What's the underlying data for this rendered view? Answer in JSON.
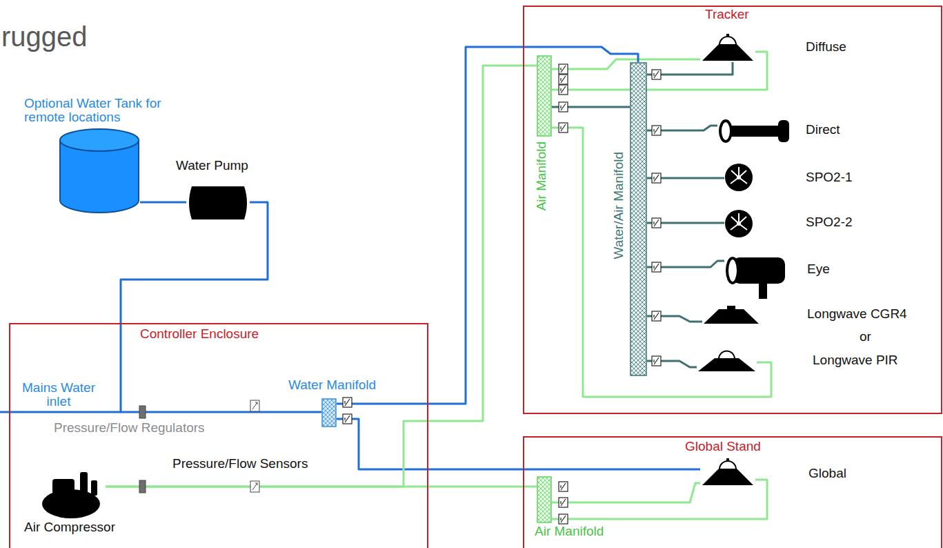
{
  "diagram": {
    "nodes": [
      {
        "text": [
          "Controller Enclosure"
        ]
      },
      {
        "text": [
          "Water Manifold"
        ],
        "in": 0
      },
      {
        "text": [
          "Air Compressor"
        ],
        "in": 0
      },
      {
        "text": [
          "Tracker"
        ]
      },
      {
        "text": [
          "Air Manifold"
        ],
        "in": 3
      },
      {
        "text": [
          "Water/Air Manifold"
        ],
        "in": 3
      },
      {
        "text": [
          "Diffuse"
        ],
        "in": 3
      },
      {
        "text": [
          "Direct"
        ],
        "in": 3
      },
      {
        "text": [
          "SPO2-1"
        ],
        "in": 3
      },
      {
        "text": [
          "SPO2-2"
        ],
        "in": 3
      },
      {
        "text": [
          "Eye"
        ],
        "in": 3
      },
      {
        "text": [
          "Longwave CGR4"
        ],
        "in": 3
      },
      {
        "text": [
          "Longwave PIR"
        ],
        "in": 3
      },
      {
        "text": [
          "Global Stand"
        ]
      },
      {
        "text": [
          "Air Manifold"
        ],
        "in": 13
      },
      {
        "text": [
          "Global"
        ],
        "in": 13
      },
      {
        "text": [
          "Optional Water Tank for remote locations"
        ]
      },
      {
        "text": [
          "Water Pump"
        ]
      }
    ],
    "edges": [
      {
        "from": 16,
        "to": 17,
        "arrow": "none"
      },
      {
        "from": 17,
        "to": 1,
        "arrow": "none"
      },
      {
        "from": 1,
        "to": 5,
        "arrow": "none"
      },
      {
        "from": 1,
        "to": 15,
        "arrow": "none"
      },
      {
        "from": 2,
        "to": 4,
        "arrow": "none"
      },
      {
        "from": 2,
        "to": 14,
        "arrow": "none"
      },
      {
        "from": 4,
        "to": 6,
        "arrow": "none"
      },
      {
        "from": 4,
        "to": 5,
        "arrow": "none"
      },
      {
        "from": 4,
        "to": 12,
        "arrow": "none"
      },
      {
        "from": 5,
        "to": 6,
        "arrow": "none"
      },
      {
        "from": 5,
        "to": 7,
        "arrow": "none"
      },
      {
        "from": 5,
        "to": 8,
        "arrow": "none"
      },
      {
        "from": 5,
        "to": 9,
        "arrow": "none"
      },
      {
        "from": 5,
        "to": 10,
        "arrow": "none"
      },
      {
        "from": 5,
        "to": 11,
        "arrow": "none"
      },
      {
        "from": 5,
        "to": 12,
        "arrow": "none"
      },
      {
        "from": 14,
        "to": 15,
        "arrow": "none"
      }
    ],
    "labels": [
      "rugged",
      "Mains Water inlet",
      "Pressure/Flow Regulators",
      "Pressure/Flow Sensors",
      "or"
    ]
  }
}
